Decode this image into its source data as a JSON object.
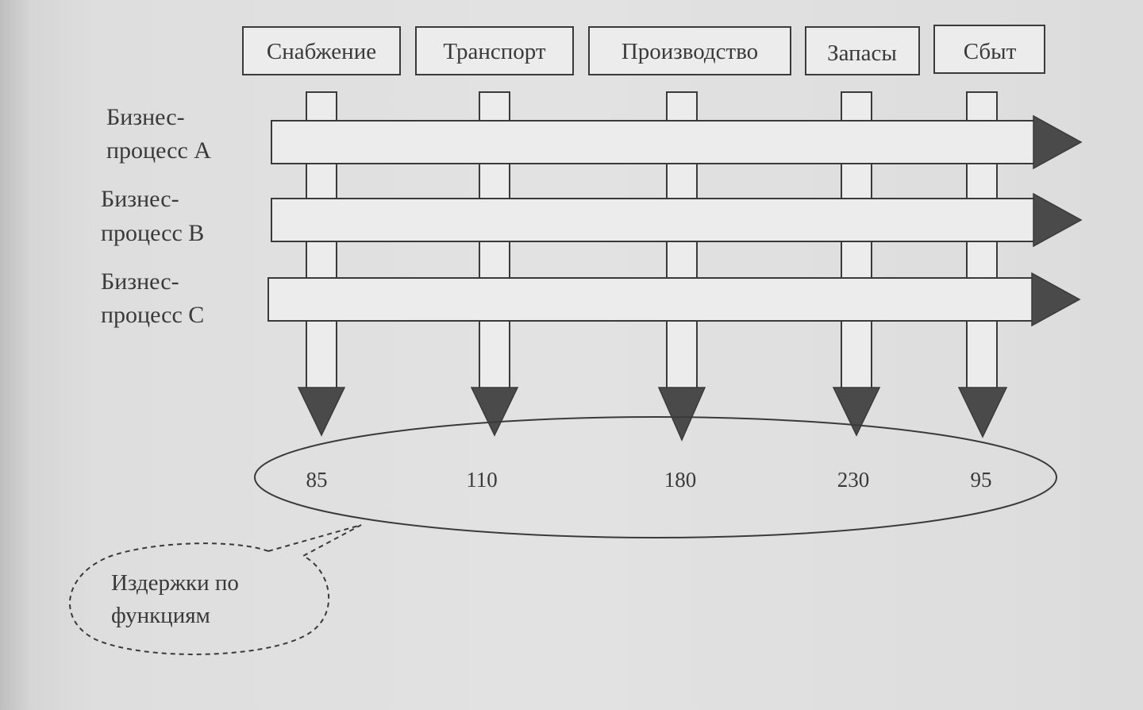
{
  "functions": [
    {
      "label": "Снабжение",
      "cost": "85"
    },
    {
      "label": "Транспорт",
      "cost": "110"
    },
    {
      "label": "Производство",
      "cost": "180"
    },
    {
      "label": "Запасы",
      "cost": "230"
    },
    {
      "label": "Сбыт",
      "cost": "95"
    }
  ],
  "processes": [
    {
      "line1": "Бизнес-",
      "line2": "процесс А"
    },
    {
      "line1": "Бизнес-",
      "line2": "процесс В"
    },
    {
      "line1": "Бизнес-",
      "line2": "процесс С"
    }
  ],
  "callout": {
    "line1": "Издержки по",
    "line2": "функциям"
  },
  "colors": {
    "stroke": "#3a3a3a",
    "arrow_fill": "#4a4a4a",
    "box_fill": "#ececec"
  }
}
